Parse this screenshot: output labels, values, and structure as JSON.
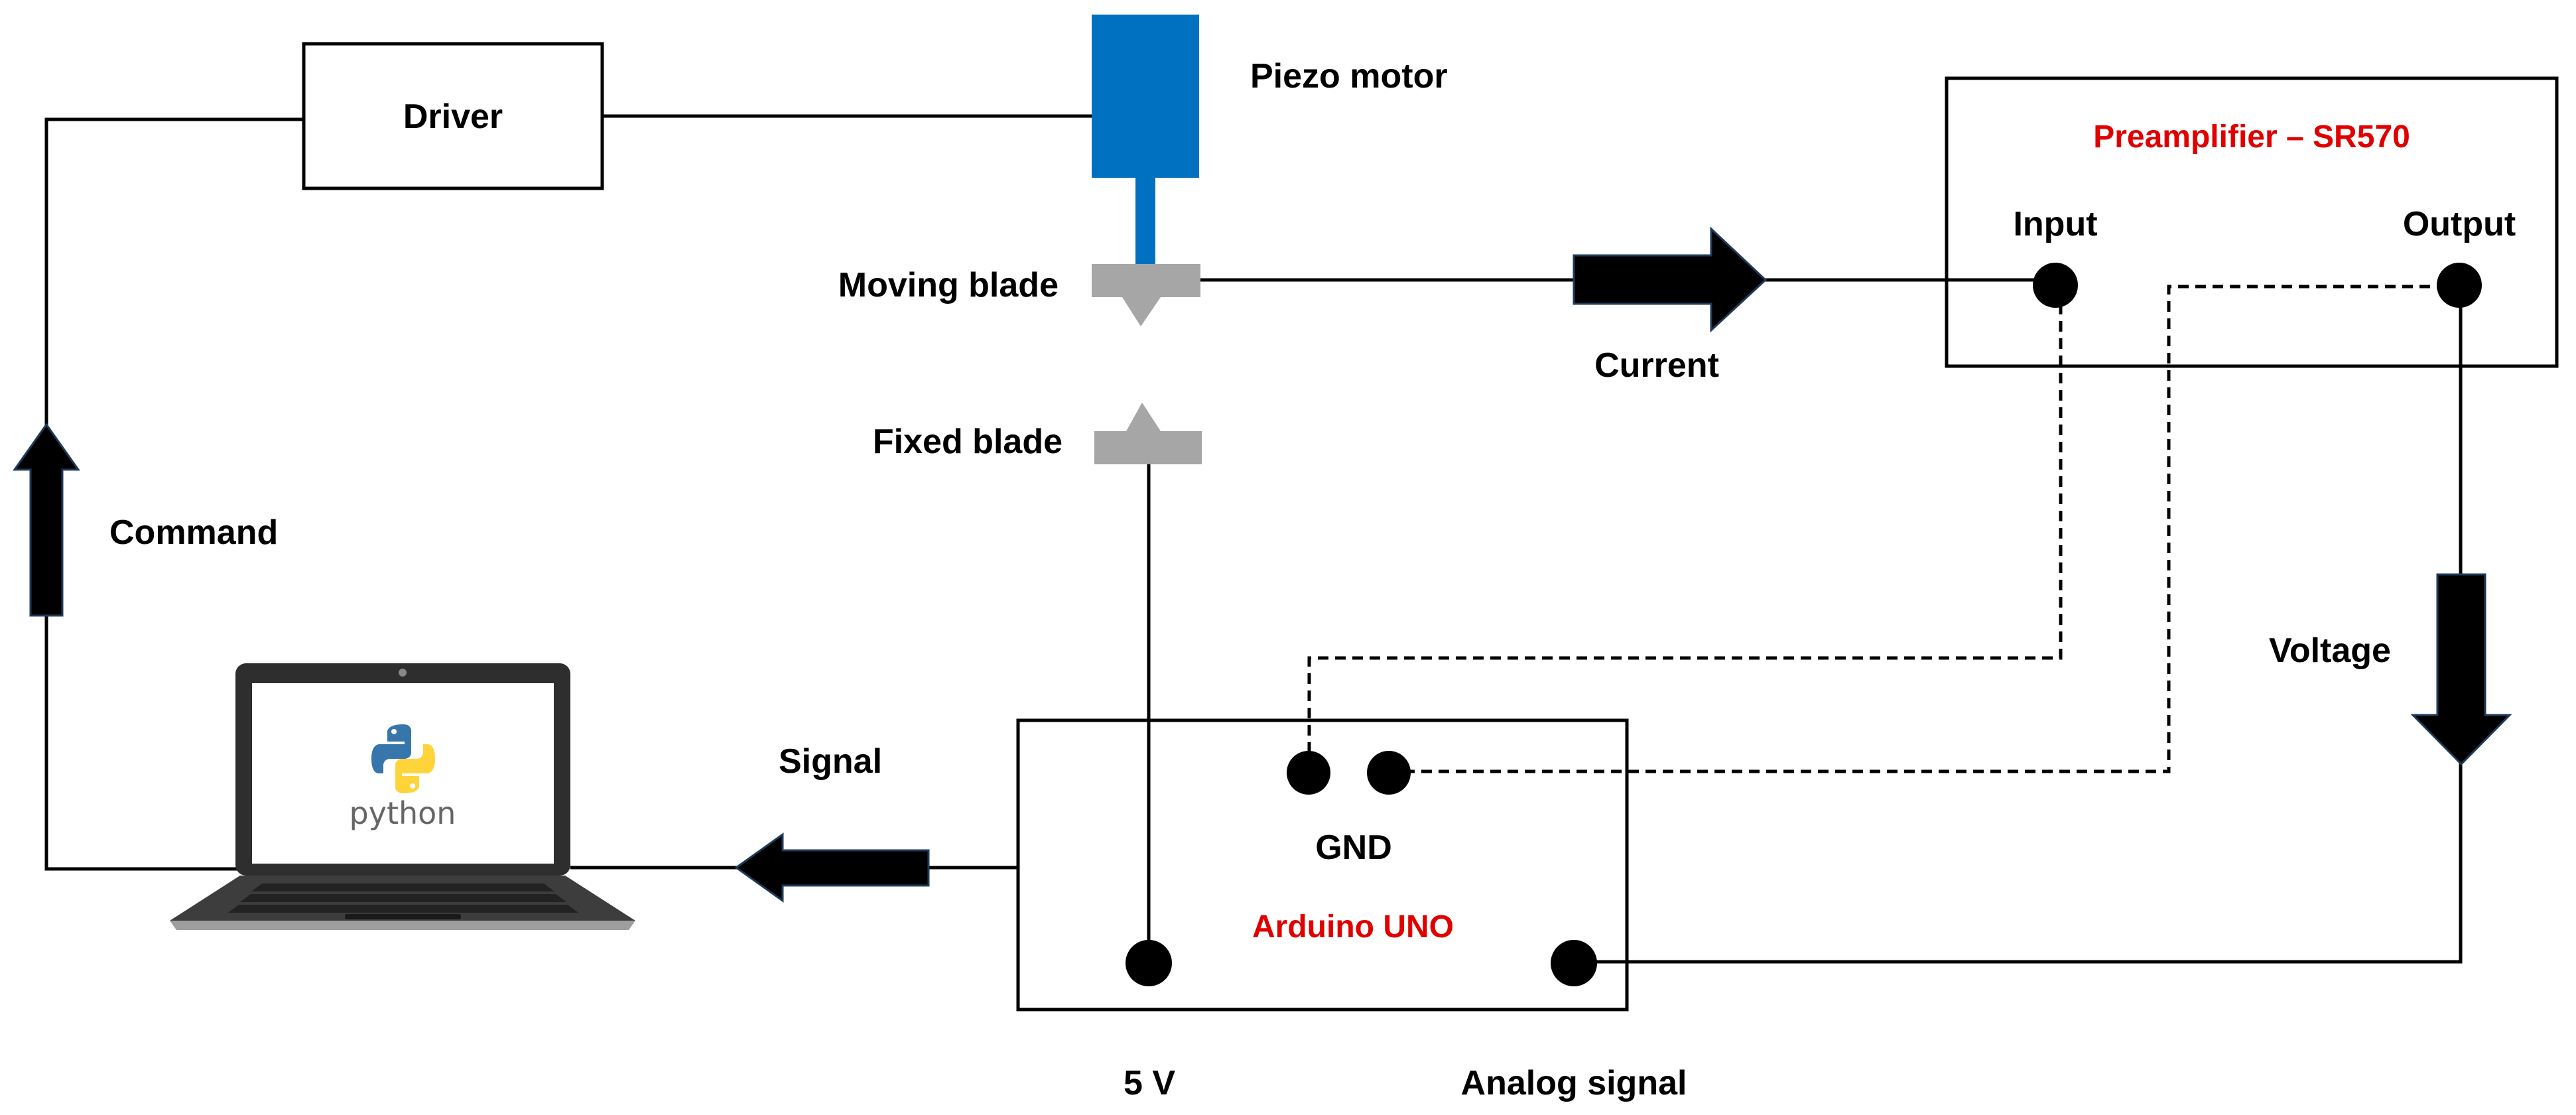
{
  "labels": {
    "driver": "Driver",
    "piezo_motor": "Piezo motor",
    "moving_blade": "Moving blade",
    "fixed_blade": "Fixed blade",
    "current": "Current",
    "command": "Command",
    "signal": "Signal",
    "voltage": "Voltage",
    "preamp_title": "Preamplifier – SR570",
    "input": "Input",
    "output": "Output",
    "gnd": "GND",
    "arduino_title": "Arduino UNO",
    "five_v": "5 V",
    "analog_signal": "Analog signal",
    "python_logo_text": "python"
  },
  "colors": {
    "piezo_blue": "#0070c0",
    "blade_gray": "#a6a6a6",
    "title_red": "#e00000",
    "laptop_body": "#3a3a3a",
    "python_blue": "#3776ab",
    "python_yellow": "#ffd43b"
  },
  "icons": {
    "laptop": "laptop-icon",
    "python_logo": "python-logo-icon"
  }
}
